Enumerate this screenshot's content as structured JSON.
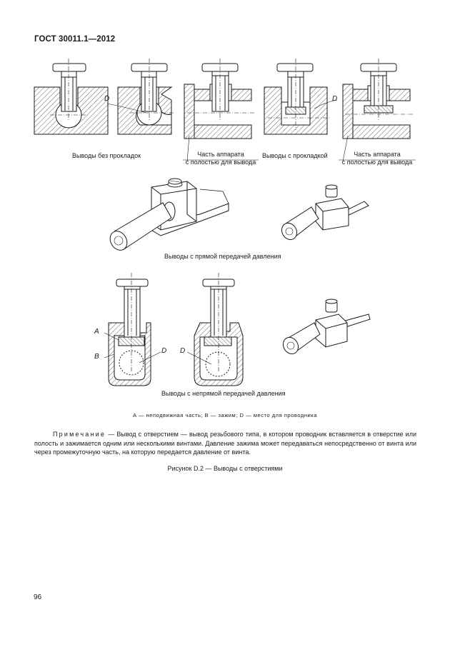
{
  "header": "ГОСТ 30011.1—2012",
  "row1": {
    "label_without": "Выводы без прокладок",
    "label_with": "Выводы с прокладкой",
    "part_label_line1": "Часть аппарата",
    "part_label_line2": "с полостью для вывода",
    "letter_d": "D"
  },
  "row2": {
    "caption": "Выводы с прямой передачей давления"
  },
  "row3": {
    "caption": "Выводы с непрямой передачей давления",
    "letter_a": "A",
    "letter_b": "B",
    "letter_d": "D"
  },
  "legend": "A — неподвижная часть; B — зажим; D — место для проводника",
  "note": {
    "prefix": "Примечание",
    "text": "— Вывод с отверстием — вывод резьбового типа, в котором проводник вставляется в отверстие или полость и зажимается одним или несколькими винтами. Давление зажима может передаваться непосредственно от винта или через промежуточную часть, на которую передается давление от винта."
  },
  "figure_caption": "Рисунок D.2 — Выводы с отверстиями",
  "page_number": "96"
}
